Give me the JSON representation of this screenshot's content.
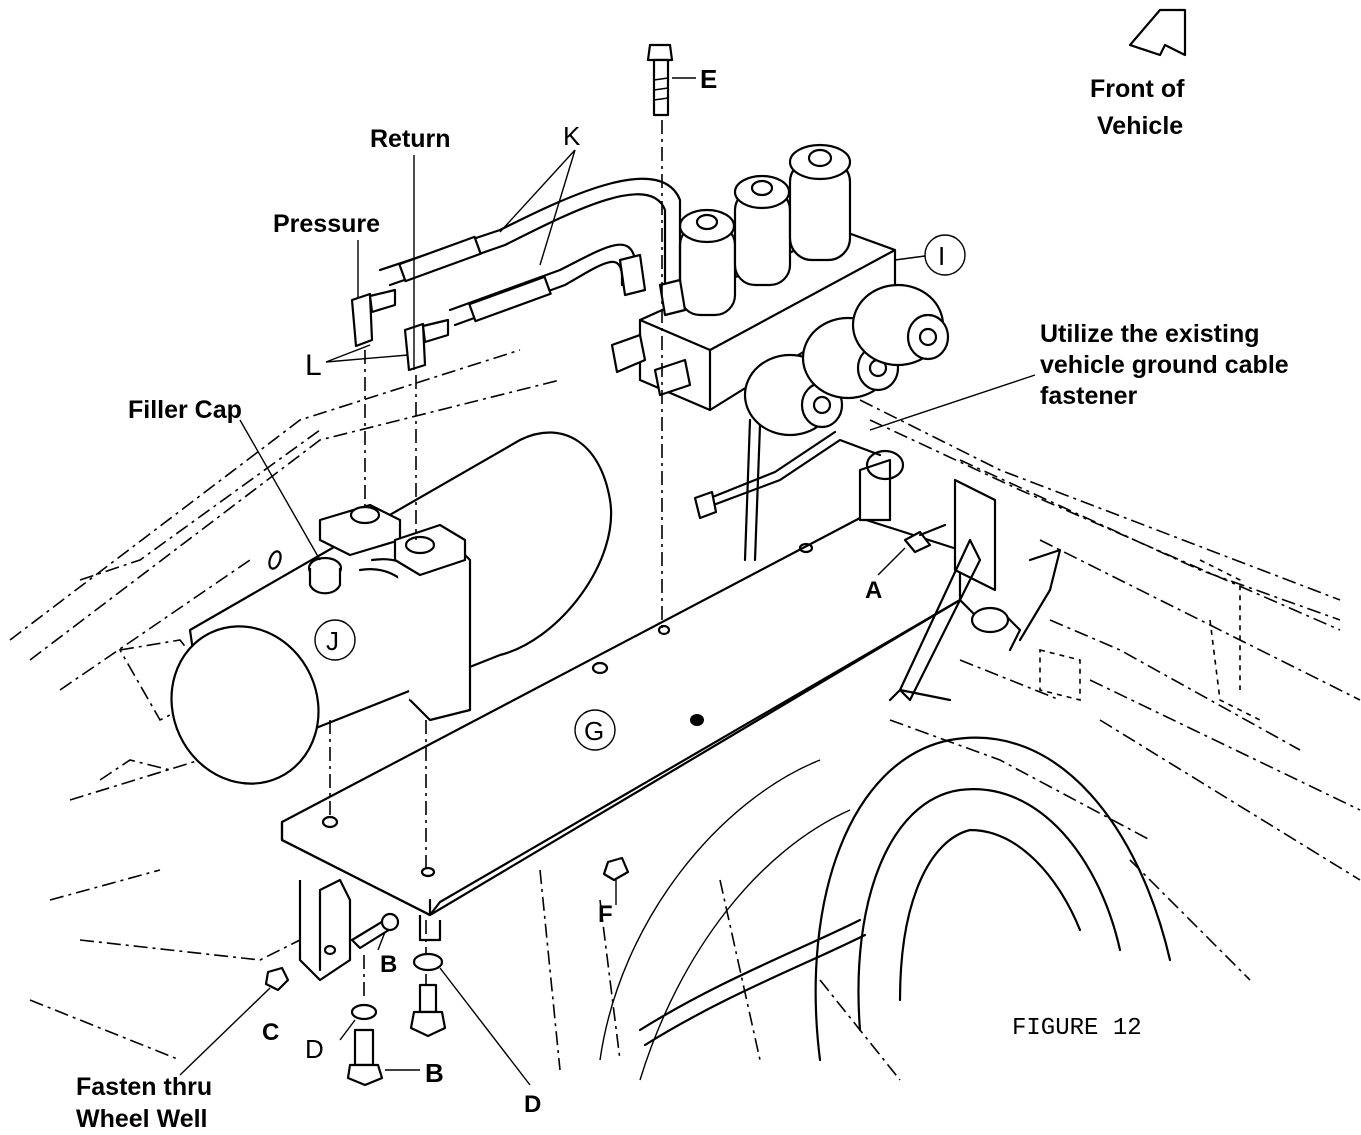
{
  "figure": {
    "title": "FIGURE 12"
  },
  "orientation": {
    "line1": "Front of",
    "line2": "Vehicle",
    "icon": "arrow-outline-icon"
  },
  "labels": {
    "E": "E",
    "return": "Return",
    "K": "K",
    "pressure": "Pressure",
    "I": "I",
    "L": "L",
    "filler_cap": "Filler Cap",
    "ground_line1": "Utilize the existing",
    "ground_line2": "vehicle ground cable",
    "ground_line3": "fastener",
    "A": "A",
    "J": "J",
    "G": "G",
    "F": "F",
    "B_upper": "B",
    "B_lower": "B",
    "C": "C",
    "D_left": "D",
    "D_bottom": "D",
    "fasten_line1": "Fasten thru",
    "fasten_line2": "Wheel Well"
  }
}
